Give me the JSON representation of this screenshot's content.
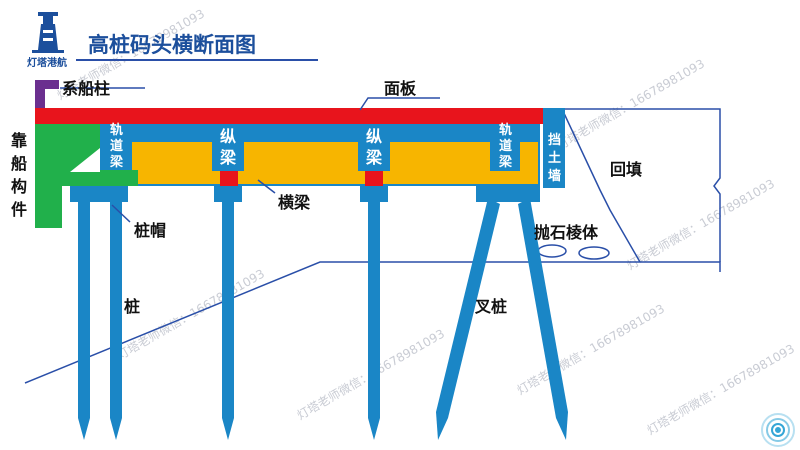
{
  "logo": {
    "name": "灯塔港航"
  },
  "title": "高桩码头横断面图",
  "labels": {
    "mooring_post": "系船柱",
    "deck": "面板",
    "fender": [
      "靠",
      "船",
      "构",
      "件"
    ],
    "crane_beam_left": [
      "轨",
      "道",
      "梁"
    ],
    "crane_beam_right": [
      "轨",
      "道",
      "梁"
    ],
    "longitudinal_beam_1": [
      "纵",
      "梁"
    ],
    "longitudinal_beam_2": [
      "纵",
      "梁"
    ],
    "retaining_wall": [
      "挡",
      "土",
      "墙"
    ],
    "backfill": "回填",
    "transverse_beam": "横梁",
    "pile_cap": "桩帽",
    "riprap": "抛石棱体",
    "pile": "桩",
    "batter_pile": "叉桩"
  },
  "watermark": "灯塔老师微信：16678981093",
  "colors": {
    "deck": "#e8141c",
    "blue": "#1a86c6",
    "beam_fill": "#f7b500",
    "fender": "#21b04b",
    "mooring_post": "#6b2f8f",
    "line": "#2a4fa8",
    "title": "#1c4f9c"
  }
}
